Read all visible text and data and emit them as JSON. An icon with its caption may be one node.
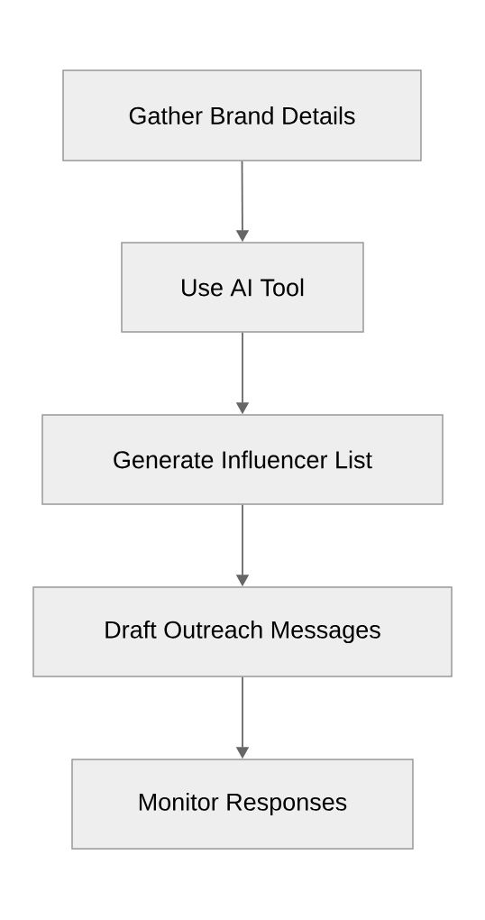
{
  "diagram": {
    "nodes": [
      {
        "text": [
          "Gather Brand Details"
        ]
      },
      {
        "text": [
          "Use AI Tool"
        ]
      },
      {
        "text": [
          "Generate Influencer List"
        ]
      },
      {
        "text": [
          "Draft Outreach Messages"
        ]
      },
      {
        "text": [
          "Monitor Responses"
        ]
      }
    ],
    "edges": [
      {
        "from": 0,
        "to": 1,
        "arrow": "to"
      },
      {
        "from": 1,
        "to": 2,
        "arrow": "to"
      },
      {
        "from": 2,
        "to": 3,
        "arrow": "to"
      },
      {
        "from": 3,
        "to": 4,
        "arrow": "to"
      }
    ]
  }
}
